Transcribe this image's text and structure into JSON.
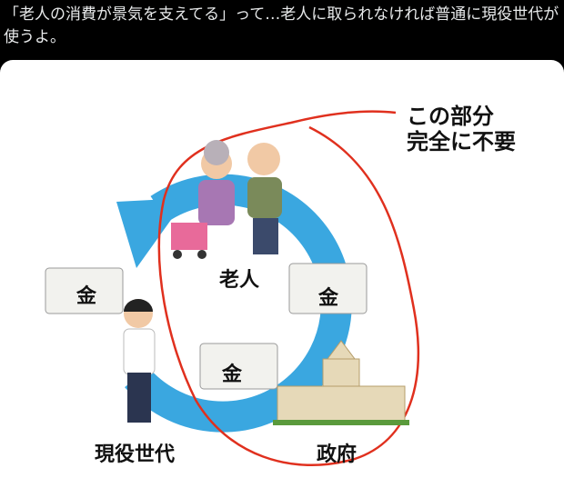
{
  "tweet": {
    "text": "「老人の消費が景気を支えてる」って…老人に取られなければ普通に現役世代が使うよ。"
  },
  "image": {
    "annotation_line1": "この部分",
    "annotation_line2": "完全に不要",
    "label_elderly": "老人",
    "label_workers": "現役世代",
    "label_government": "政府",
    "money_label": "金",
    "colors": {
      "arrow": "#3aa7e0",
      "loop": "#e0301e"
    }
  }
}
